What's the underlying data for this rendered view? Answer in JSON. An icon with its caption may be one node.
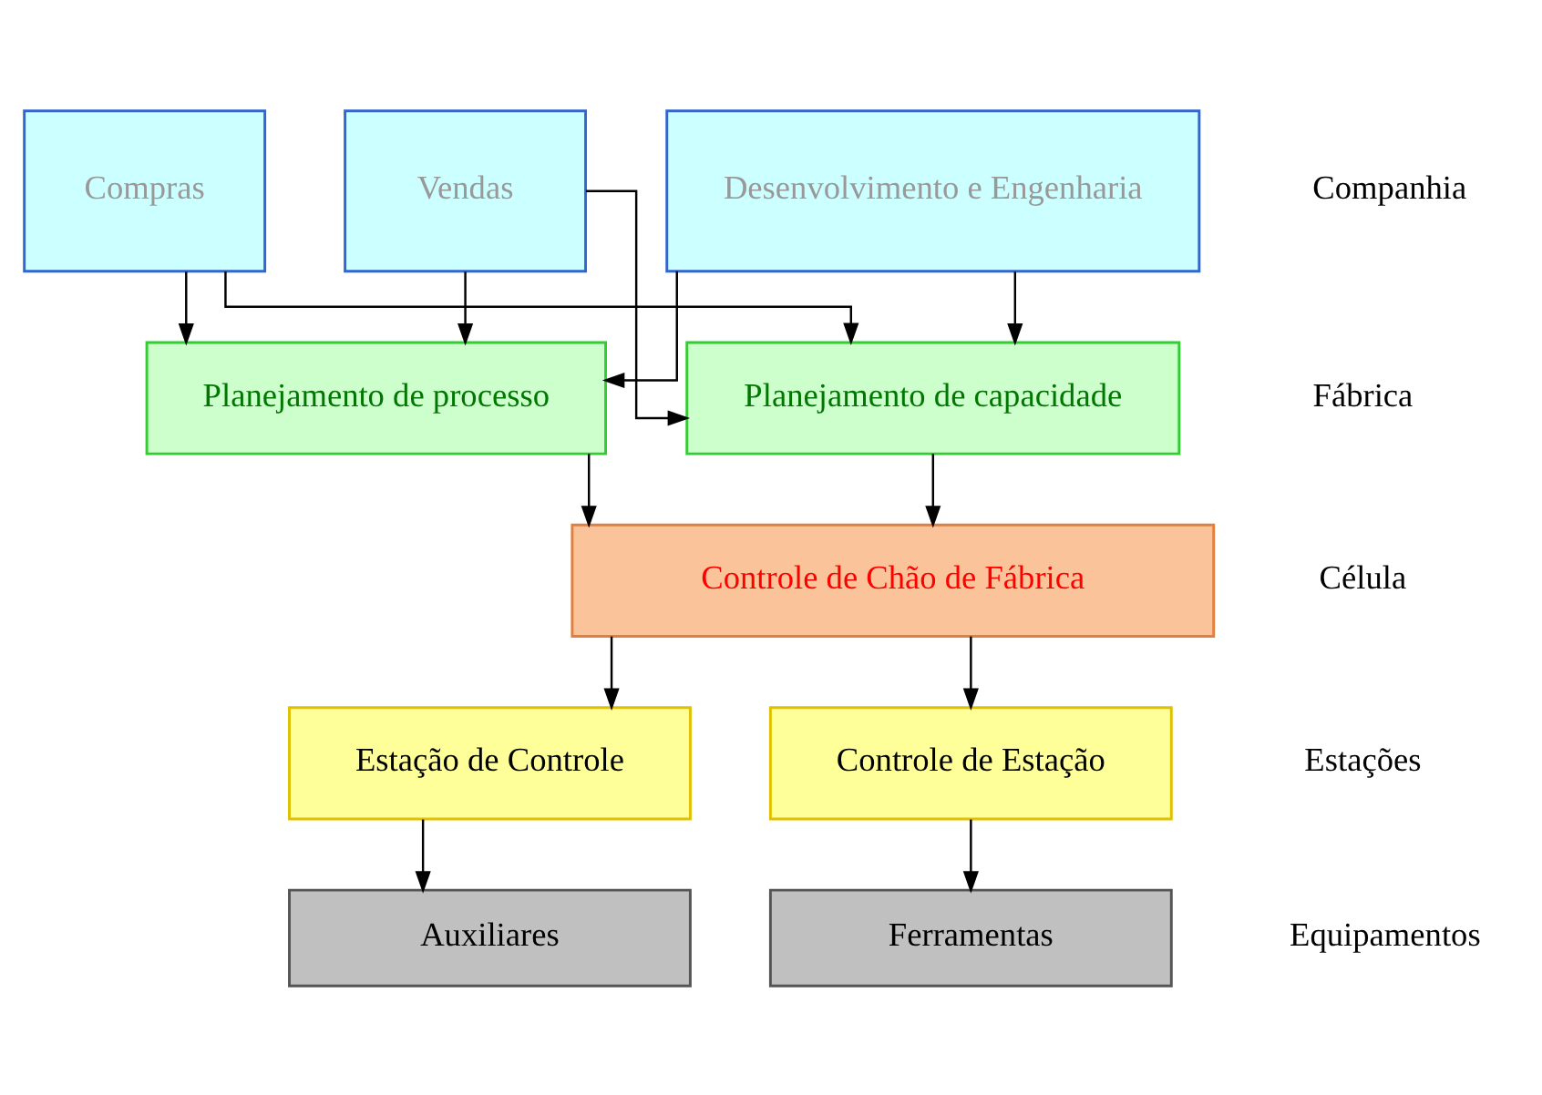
{
  "diagram": {
    "nodes": [
      {
        "text": [
          "Compras"
        ]
      },
      {
        "text": [
          "Vendas"
        ]
      },
      {
        "text": [
          "Desenvolvimento e Engenharia"
        ]
      },
      {
        "text": [
          "Planejamento de processo"
        ]
      },
      {
        "text": [
          "Planejamento de capacidade"
        ]
      },
      {
        "text": [
          "Controle de Chão de Fábrica"
        ]
      },
      {
        "text": [
          "Controle de Estação"
        ]
      },
      {
        "text": [
          "Estação de Controle"
        ]
      },
      {
        "text": [
          "Ferramentas"
        ]
      },
      {
        "text": [
          "Auxiliares"
        ]
      }
    ],
    "edges": [
      {
        "from": 0,
        "to": 3,
        "arrow": "to"
      },
      {
        "from": 0,
        "to": 4,
        "arrow": "to"
      },
      {
        "from": 1,
        "to": 3,
        "arrow": "to"
      },
      {
        "from": 1,
        "to": 4,
        "arrow": "to"
      },
      {
        "from": 2,
        "to": 3,
        "arrow": "to"
      },
      {
        "from": 2,
        "to": 4,
        "arrow": "to"
      },
      {
        "from": 3,
        "to": 5,
        "arrow": "to"
      },
      {
        "from": 4,
        "to": 5,
        "arrow": "to"
      },
      {
        "from": 5,
        "to": 6,
        "arrow": "to"
      },
      {
        "from": 5,
        "to": 7,
        "arrow": "to"
      },
      {
        "from": 6,
        "to": 8,
        "arrow": "to"
      },
      {
        "from": 7,
        "to": 9,
        "arrow": "to"
      }
    ],
    "labels": [
      "Companhia",
      "Fábrica",
      "Célula",
      "Estações",
      "Equipamentos"
    ]
  }
}
